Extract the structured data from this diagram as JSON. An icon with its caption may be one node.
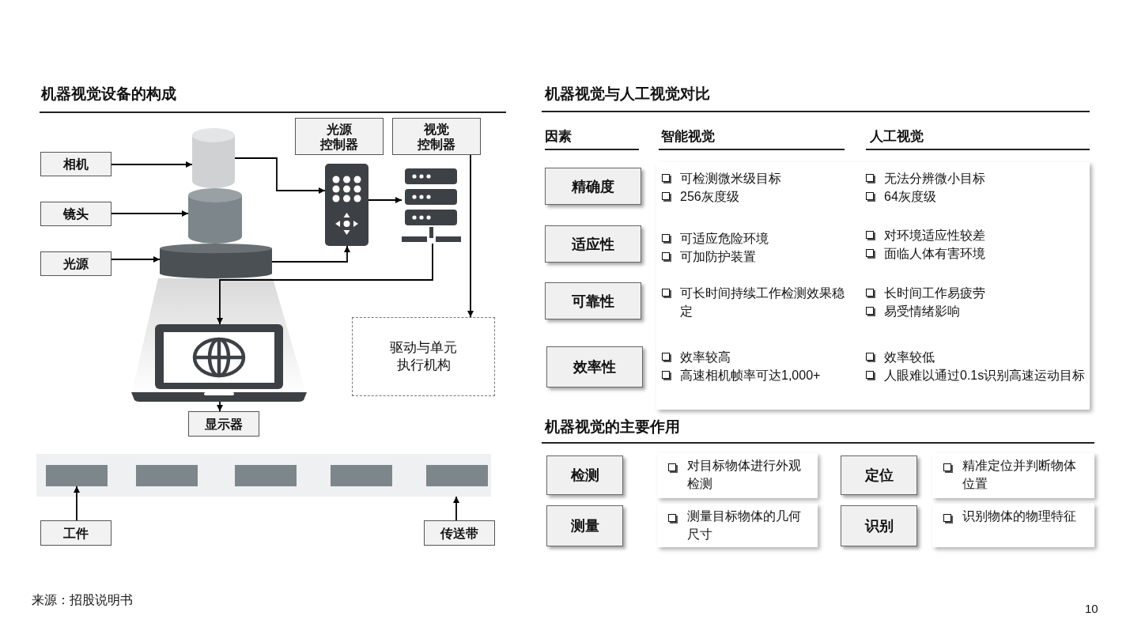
{
  "diagram": {
    "nodes": [
      {
        "text": [
          "相机"
        ]
      },
      {
        "text": [
          "镜头"
        ]
      },
      {
        "text": [
          "光源"
        ]
      },
      {
        "text": [
          "光源控制器"
        ]
      },
      {
        "text": [
          "视觉控制器"
        ]
      },
      {
        "text": [],
        "shape": "cylinder"
      },
      {
        "text": [],
        "shape": "cylinder"
      },
      {
        "text": [],
        "shape": "cylinder"
      },
      {
        "text": [],
        "shape": "picture"
      },
      {
        "text": [],
        "shape": "picture"
      },
      {
        "text": [],
        "shape": "picture"
      },
      {
        "text": [
          "驱动与单元执行机构"
        ]
      },
      {
        "text": [
          "显示器"
        ]
      },
      {
        "text": [],
        "shape": "bar"
      },
      {
        "text": [],
        "shape": "bar",
        "in": 13
      },
      {
        "text": [],
        "shape": "bar",
        "in": 13
      },
      {
        "text": [],
        "shape": "bar",
        "in": 13
      },
      {
        "text": [],
        "shape": "bar",
        "in": 13
      },
      {
        "text": [],
        "shape": "bar",
        "in": 13
      },
      {
        "text": [
          "工件"
        ]
      },
      {
        "text": [
          "传送带"
        ]
      },
      {
        "text": [
          "精确度"
        ]
      },
      {
        "text": [
          "适应性"
        ]
      },
      {
        "text": [
          "可靠性"
        ]
      },
      {
        "text": [
          "效率性"
        ]
      },
      {
        "text": [
          "检测"
        ]
      },
      {
        "text": [
          "对目标物体进行外观检测"
        ]
      },
      {
        "text": [
          "定位"
        ]
      },
      {
        "text": [
          "精准定位并判断物体位置"
        ]
      },
      {
        "text": [
          "测量"
        ]
      },
      {
        "text": [
          "测量目标物体的几何尺寸"
        ]
      },
      {
        "text": [
          "识别"
        ]
      },
      {
        "text": [
          "识别物体的物理特征"
        ]
      }
    ],
    "edges": [
      {
        "from": 0,
        "to": 5,
        "arrow": "to"
      },
      {
        "from": 1,
        "to": 6,
        "arrow": "to"
      },
      {
        "from": 2,
        "to": 7,
        "arrow": "to"
      },
      {
        "from": 5,
        "to": 8,
        "arrow": "to"
      },
      {
        "from": 7,
        "to": 8,
        "arrow": "to"
      },
      {
        "from": 8,
        "to": 9,
        "arrow": "to"
      },
      {
        "from": 9,
        "to": 10,
        "arrow": "to"
      },
      {
        "from": 4,
        "to": 11,
        "arrow": "to"
      },
      {
        "from": 10,
        "to": 12,
        "arrow": "to"
      },
      {
        "from": 19,
        "to": 14,
        "arrow": "to"
      },
      {
        "from": 20,
        "to": 13,
        "arrow": "to"
      }
    ],
    "labels": [
      "机器视觉设备的构成",
      "机器视觉与人工视觉对比",
      "因素",
      "智能视觉",
      "人工视觉",
      "可检测微米级目标",
      "256灰度级",
      "无法分辨微小目标",
      "64灰度级",
      "可适应危险环境",
      "可加防护装置",
      "对环境适应性较差",
      "面临人体有害环境",
      "可长时间持续工作检测效果稳定",
      "长时间工作易疲劳",
      "易受情绪影响",
      "效率较高",
      "高速相机帧率可达1,000+",
      "效率较低",
      "人眼难以通过0.1s识别高速运动目标",
      "机器视觉的主要作用",
      "来源：招股说明书",
      "10"
    ]
  }
}
